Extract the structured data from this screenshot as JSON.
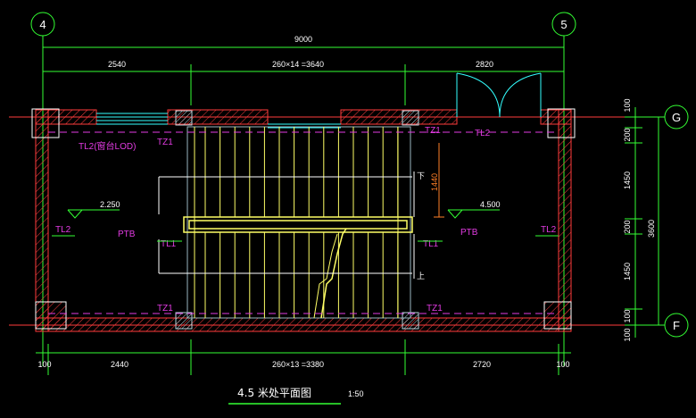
{
  "axes": {
    "left_col": "4",
    "right_col": "5",
    "top_row": "G",
    "bottom_row": "F"
  },
  "dimensions": {
    "overall_width": "9000",
    "top_left": "2540",
    "top_mid": "260×14 =3640",
    "top_right": "2820",
    "bottom_edge_left": "100",
    "bottom_left": "2440",
    "bottom_mid": "260×13 =3380",
    "bottom_right": "2720",
    "bottom_edge_right": "100",
    "right_100_top": "100",
    "right_200_a": "200",
    "right_1450_a": "1450",
    "right_200_b": "200",
    "right_1450_b": "1450",
    "right_100_b": "100",
    "right_100_c": "100",
    "right_total": "3600",
    "stair_rise": "1440"
  },
  "labels": {
    "tl2_window": "TL2(窗台LOD)",
    "tz1_tl": "TZ1",
    "tz1_tr": "TZ1",
    "tl2_top_right": "TL2",
    "tz1_bl": "TZ1",
    "tz1_br": "TZ1",
    "tl2_left": "TL2",
    "ptb_left": "PTB",
    "tl1_left": "TL1",
    "tl1_right": "TL1",
    "ptb_right": "PTB",
    "tl2_right": "TL2",
    "level_left": "2.250",
    "level_right": "4.500",
    "down": "下",
    "up": "上"
  },
  "title": {
    "name": "4.5 米处平面图",
    "scale": "1:50"
  },
  "colors": {
    "background": "#000000",
    "wall": "#ff3c3c",
    "stair": "#ffff66",
    "dimension": "#33ff33",
    "annotation": "#e23be2",
    "window": "#33ffff",
    "column": "#9ab6c0",
    "door": "#33ffff"
  }
}
